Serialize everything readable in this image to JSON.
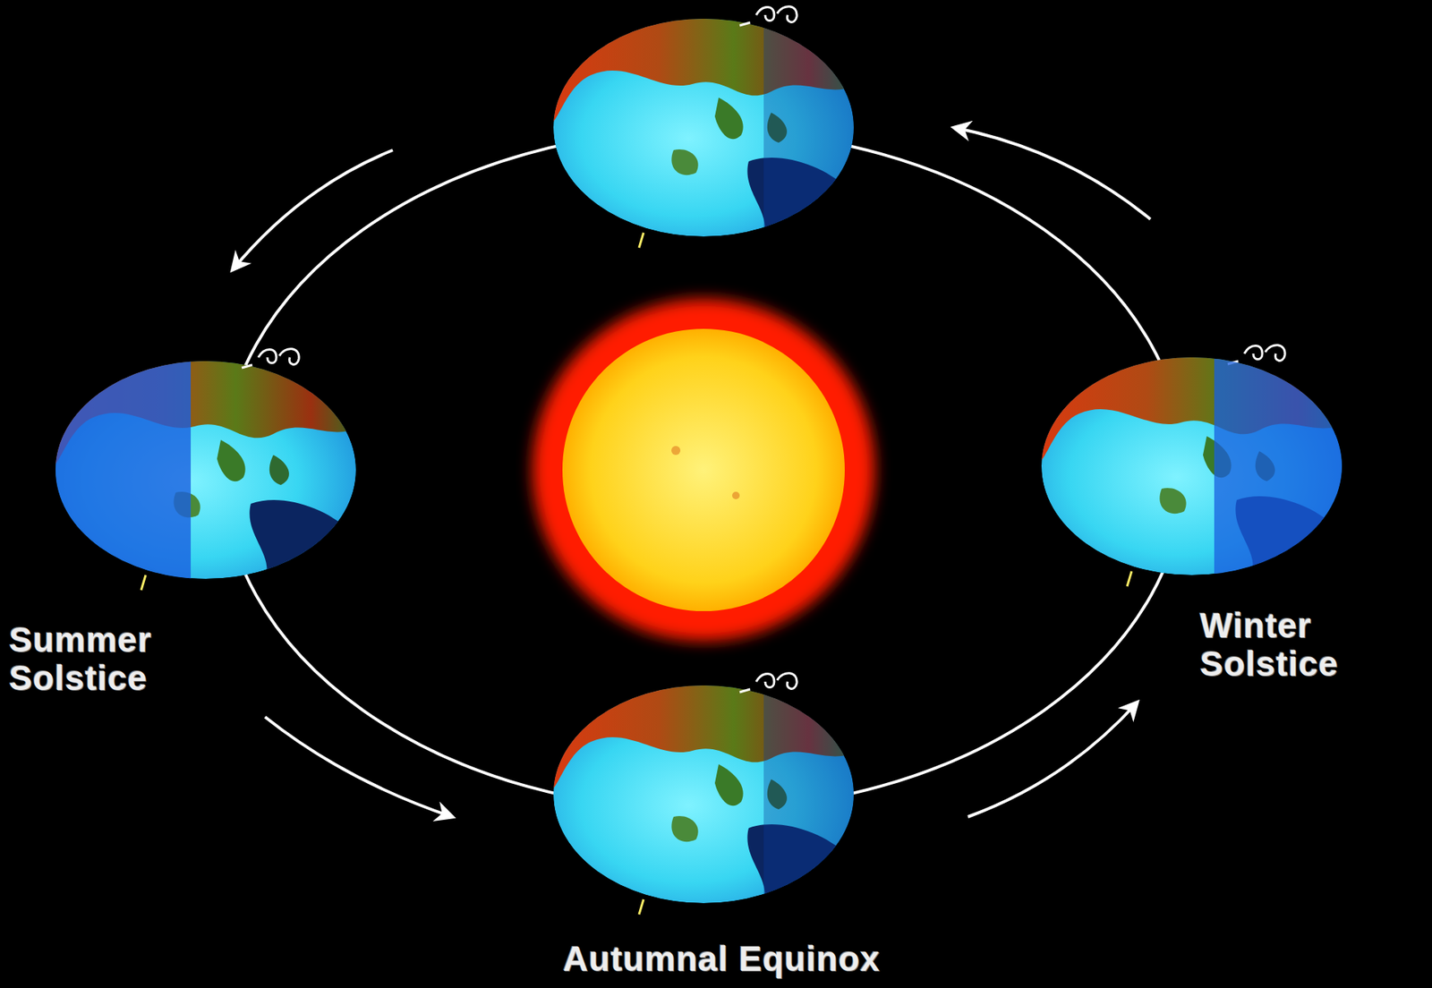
{
  "diagram": {
    "labels": [
      "Summer Solstice",
      "Winter Solstice",
      "Autumnal Equinox"
    ]
  }
}
